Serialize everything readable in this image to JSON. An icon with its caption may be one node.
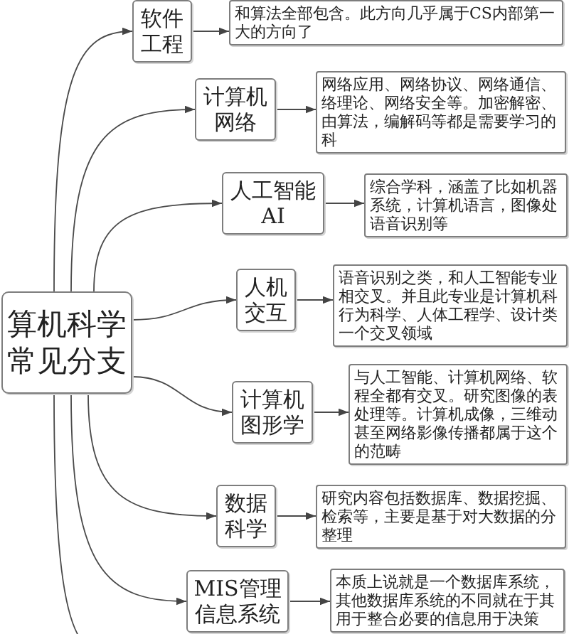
{
  "diagram": {
    "nodes": [
      {
        "text": [
          "算机科学常见分支"
        ]
      },
      {
        "text": [
          "软件工程"
        ]
      },
      {
        "text": [
          "和算法全部包含。此方向几乎属于CS内部第一大的方向了"
        ]
      },
      {
        "text": [
          "计算机网络"
        ]
      },
      {
        "text": [
          "网络应用、网络协议、网络通信、络理论、网络安全等。加密解密、由算法，编解码等都是需要学习的科"
        ]
      },
      {
        "text": [
          "人工智能AI"
        ]
      },
      {
        "text": [
          "综合学科，涵盖了比如机器系统，计算机语言，图像处语音识别等"
        ]
      },
      {
        "text": [
          "人机交互"
        ]
      },
      {
        "text": [
          "语音识别之类，和人工智能专业相交叉。并且此专业是计算机科行为科学、人体工程学、设计类一个交叉领域"
        ]
      },
      {
        "text": [
          "计算机图形学"
        ]
      },
      {
        "text": [
          "与人工智能、计算机网络、软程全都有交叉。研究图像的表处理等。计算机成像，三维动甚至网络影像传播都属于这个的范畴"
        ]
      },
      {
        "text": [
          "数据科学"
        ]
      },
      {
        "text": [
          "研究内容包括数据库、数据挖掘、检索等，主要是基于对大数据的分整理"
        ]
      },
      {
        "text": [
          "MIS管理信息系统"
        ]
      },
      {
        "text": [
          "本质上说就是一个数据库系统，其他数据库系统的不同就在于其用于整合必要的信息用于决策"
        ]
      }
    ],
    "edges": [
      {
        "from": 0,
        "to": 1,
        "arrow": "to"
      },
      {
        "from": 0,
        "to": 3,
        "arrow": "to"
      },
      {
        "from": 0,
        "to": 5,
        "arrow": "to"
      },
      {
        "from": 0,
        "to": 7,
        "arrow": "to"
      },
      {
        "from": 0,
        "to": 9,
        "arrow": "to"
      },
      {
        "from": 0,
        "to": 11,
        "arrow": "to"
      },
      {
        "from": 0,
        "to": 13,
        "arrow": "to"
      },
      {
        "from": 0,
        "to": null,
        "arrow": "none"
      },
      {
        "from": 1,
        "to": 2,
        "arrow": "to"
      },
      {
        "from": 3,
        "to": 4,
        "arrow": "to"
      },
      {
        "from": 5,
        "to": 6,
        "arrow": "to"
      },
      {
        "from": 7,
        "to": 8,
        "arrow": "to"
      },
      {
        "from": 9,
        "to": 10,
        "arrow": "to"
      },
      {
        "from": 11,
        "to": 12,
        "arrow": "to"
      },
      {
        "from": 13,
        "to": 14,
        "arrow": "to"
      }
    ]
  }
}
